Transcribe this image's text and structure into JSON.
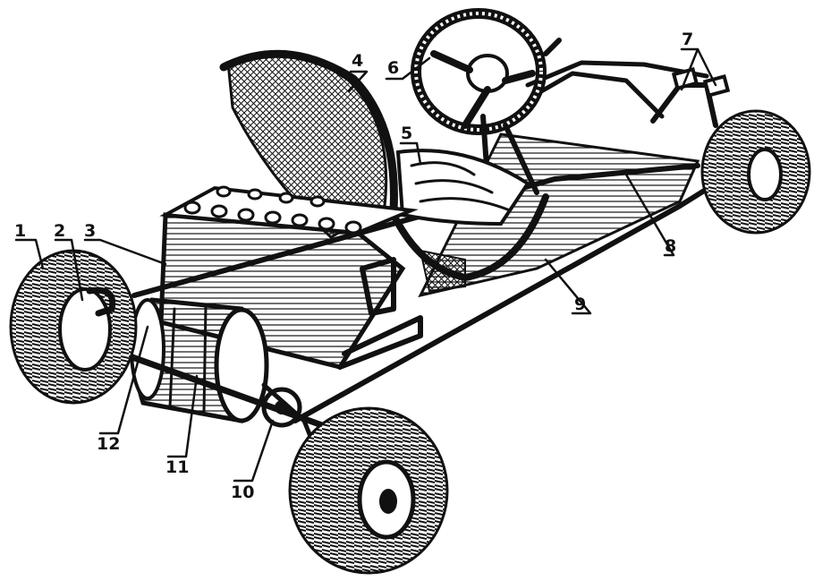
{
  "figure": {
    "kind": "exploded-view line drawing of an electric go-kart",
    "colors": {
      "ink": "#111111",
      "paper": "#ffffff"
    }
  },
  "callouts": [
    {
      "id": "1",
      "label": "1"
    },
    {
      "id": "2",
      "label": "2"
    },
    {
      "id": "3",
      "label": "3"
    },
    {
      "id": "4",
      "label": "4"
    },
    {
      "id": "5",
      "label": "5"
    },
    {
      "id": "6",
      "label": "6"
    },
    {
      "id": "7",
      "label": "7"
    },
    {
      "id": "8",
      "label": "8"
    },
    {
      "id": "9",
      "label": "9"
    },
    {
      "id": "10",
      "label": "10"
    },
    {
      "id": "11",
      "label": "11"
    },
    {
      "id": "12",
      "label": "12"
    }
  ]
}
